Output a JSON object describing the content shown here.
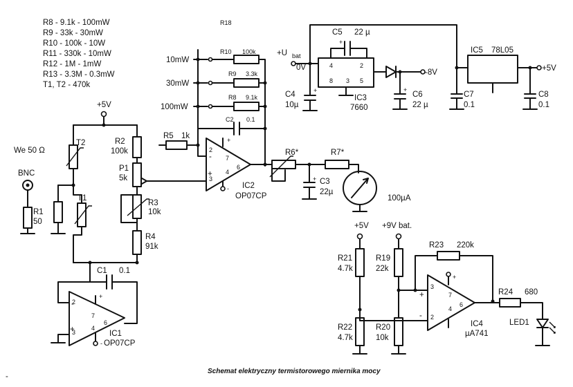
{
  "legend": [
    "R8 - 9.1k - 100mW",
    "R9 - 33k - 30mW",
    "R10 - 100k - 10W",
    "R11 - 330k - 10mW",
    "R12 - 1M - 1mW",
    "R13 - 3.3M - 0.3mW",
    "T1, T2 - 470k"
  ],
  "caption": "Schemat elektryczny termistorowego miernika mocy",
  "mark": "-",
  "labels": {
    "plus5v_top": "+5V",
    "we": "We 50 Ω",
    "bnc": "BNC",
    "r1": "R1",
    "r1v": "50",
    "t1": "T1",
    "t2": "T2",
    "r2": "R2",
    "r2v": "100k",
    "p1": "P1",
    "p1v": "5k",
    "r3": "R3",
    "r3v": "10k",
    "r4": "R4",
    "r4v": "91k",
    "c1": "C1",
    "c1v": "0.1",
    "ic1": "IC1",
    "ic1t": "OP07CP",
    "r5": "R5",
    "r5v": "1k",
    "r18": "R18",
    "r10": "R10",
    "r10v": "100k",
    "r9": "R9",
    "r9v": "3.3k",
    "r8": "R8",
    "r8v": "9.1k",
    "range1": "10mW",
    "range2": "30mW",
    "range3": "100mW",
    "c2": "C2",
    "c2v": "0.1",
    "ic2": "IC2",
    "ic2t": "OP07CP",
    "r6": "R6*",
    "r7": "R7*",
    "c3": "C3",
    "c3v": "22µ",
    "meter": "100µA",
    "ubat": "+U",
    "ubat_sub": "bat",
    "v0": "0V",
    "c5": "C5",
    "c5v": "22 µ",
    "c4": "C4",
    "c4v": "10µ",
    "ic3": "IC3",
    "ic3t": "7660",
    "m8v": "-8V",
    "c6": "C6",
    "c6v": "22 µ",
    "ic5": "IC5",
    "ic5t": "78L05",
    "c7": "C7",
    "c7v": "0.1",
    "p5v_r": "+5V",
    "c8": "C8",
    "c8v": "0.1",
    "p5v_b": "+5V",
    "p9v": "+9V bat.",
    "r21": "R21",
    "r21v": "4.7k",
    "r19": "R19",
    "r19v": "22k",
    "r23": "R23",
    "r23v": "220k",
    "r22": "R22",
    "r22v": "4.7k",
    "r20": "R20",
    "r20v": "10k",
    "ic4": "IC4",
    "ic4t": "µA741",
    "r24": "R24",
    "r24v": "680",
    "led": "LED1"
  }
}
